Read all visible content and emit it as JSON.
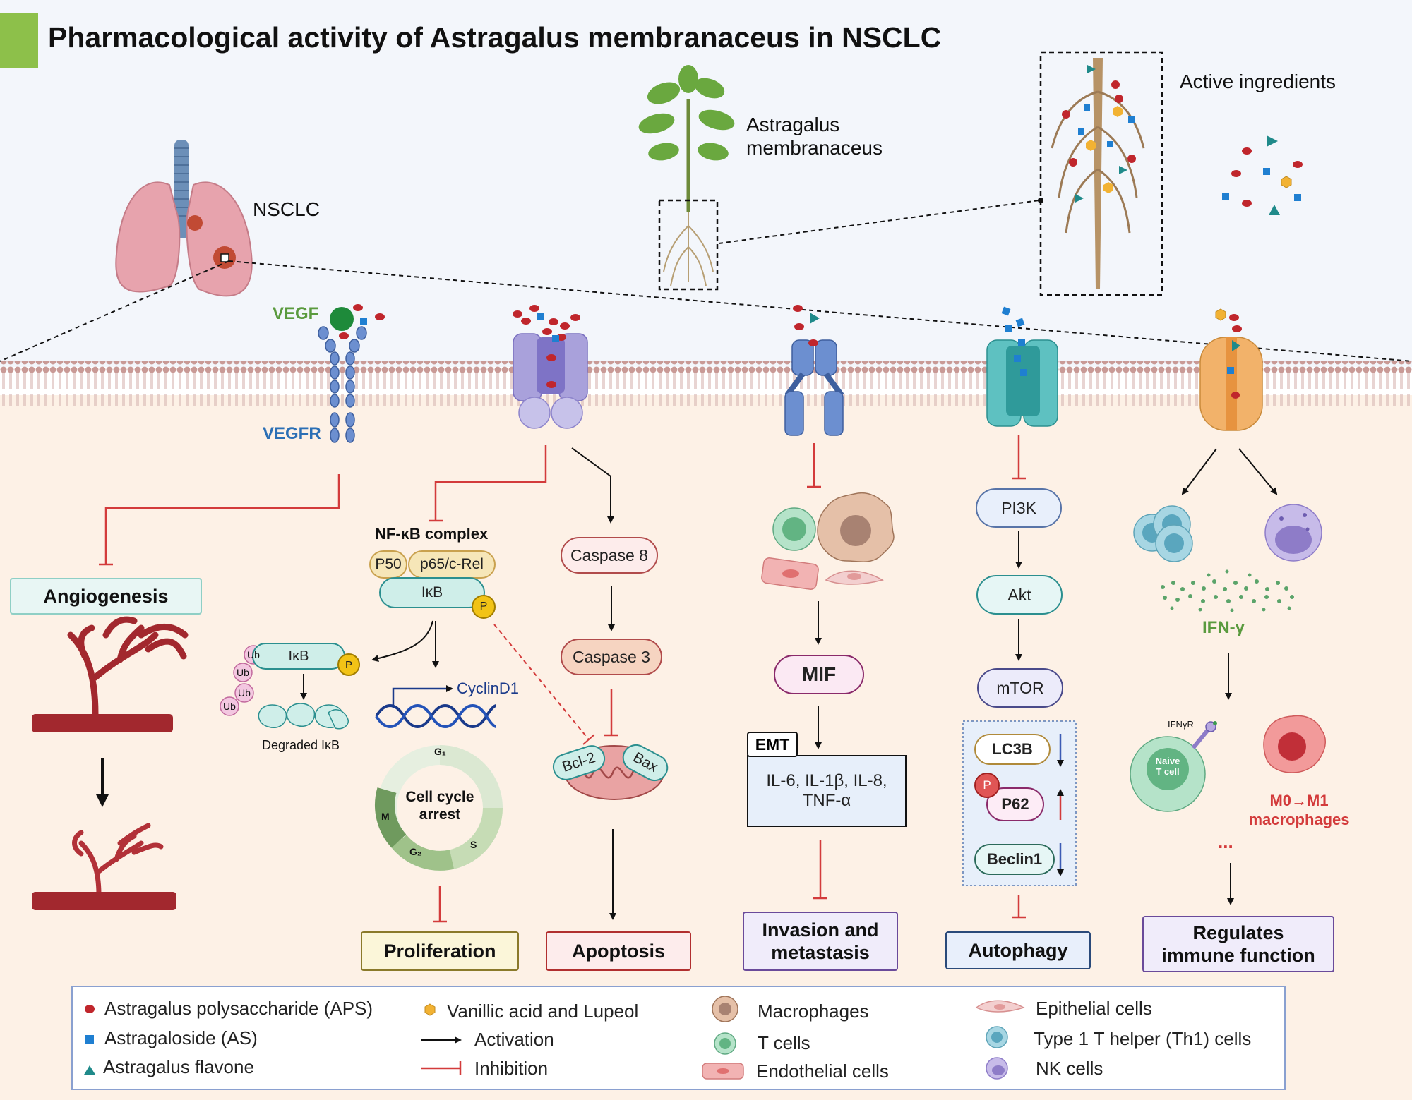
{
  "title": "Pharmacological activity of Astragalus membranaceus in NSCLC",
  "labels": {
    "nsclc": "NSCLC",
    "plant_line1": "Astragalus",
    "plant_line2": "membranaceus",
    "active_ingredients": "Active ingredients",
    "vegf": "VEGF",
    "vegfr": "VEGFR",
    "nfkb_complex": "NF-κB complex",
    "p50": "P50",
    "p65": "p65/c-Rel",
    "ikb": "IκB",
    "ikb2": "IκB",
    "phospho": "P",
    "ub": "Ub",
    "degraded_ikb": "Degraded IκB",
    "cyclin_d1": "CyclinD1",
    "cell_cycle_line1": "Cell cycle",
    "cell_cycle_line2": "arrest",
    "phase_g1": "G₁",
    "phase_s": "S",
    "phase_g2": "G₂",
    "phase_m": "M",
    "caspase8": "Caspase 8",
    "caspase3": "Caspase 3",
    "bcl2": "Bcl-2",
    "bax": "Bax",
    "mif": "MIF",
    "emt": "EMT",
    "cytokines_line1": "IL-6, IL-1β, IL-8,",
    "cytokines_line2": "TNF-α",
    "pi3k": "PI3K",
    "akt": "Akt",
    "mtor": "mTOR",
    "lc3b": "LC3B",
    "p62": "P62",
    "beclin1": "Beclin1",
    "ifn_gamma": "IFN-γ",
    "ifngr": "IFNγR",
    "naive_line1": "Naive",
    "naive_line2": "T cell",
    "m0m1_line1": "M0→M1",
    "m0m1_line2": "macrophages",
    "ellipsis": "..."
  },
  "outcomes": {
    "angiogenesis": "Angiogenesis",
    "proliferation": "Proliferation",
    "apoptosis": "Apoptosis",
    "invasion_line1": "Invasion and",
    "invasion_line2": "metastasis",
    "autophagy": "Autophagy",
    "immune_line1": "Regulates",
    "immune_line2": "immune function"
  },
  "legend": {
    "aps": "Astragalus polysaccharide (APS)",
    "as": "Astragaloside (AS)",
    "flavone": "Astragalus flavone",
    "vanillic": "Vanillic acid and Lupeol",
    "activation": "Activation",
    "inhibition": "Inhibition",
    "macrophages": "Macrophages",
    "tcells": "T cells",
    "endothelial": "Endothelial cells",
    "epithelial": "Epithelial cells",
    "th1": "Type 1 T helper (Th1) cells",
    "nk": "NK cells"
  },
  "colors": {
    "aps_red": "#c0262c",
    "as_blue": "#1f7fd1",
    "flavone_teal": "#1f8a8a",
    "vanillic_orange": "#f2b233",
    "header_green": "#8dc04a",
    "inhibition_red": "#d33b3b",
    "cell_bg": "#fdf1e6",
    "sky_bg": "#f3f6fb"
  }
}
